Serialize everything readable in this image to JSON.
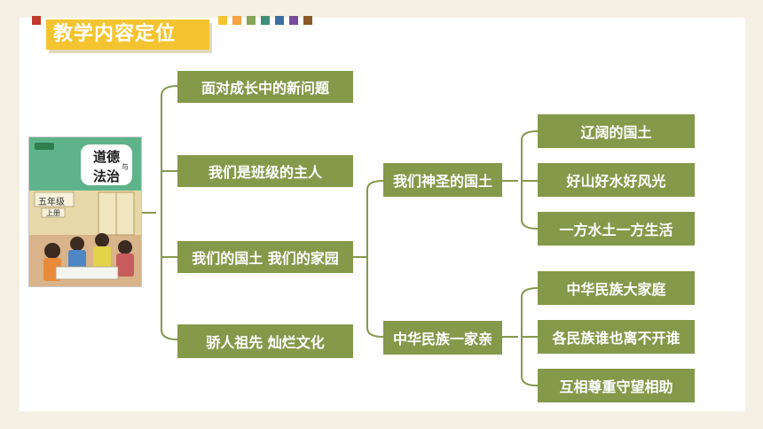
{
  "header": {
    "title": "教学内容定位",
    "accent_colors": [
      "#c0392b",
      "#f4c430",
      "#f4a340",
      "#86a55a",
      "#3f8f7a",
      "#3f6ea3",
      "#7a4a9a",
      "#8a5a2a"
    ]
  },
  "book": {
    "title_line1": "道德",
    "title_small": "与",
    "title_line2": "法治",
    "grade": "五年级",
    "volume": "上册"
  },
  "diagram": {
    "units": [
      "面对成长中的新问题",
      "我们是班级的主人",
      "我们的国土 我们的家园",
      "骄人祖先 灿烂文化"
    ],
    "lessons": [
      "我们神圣的国土",
      "中华民族一家亲"
    ],
    "topics_lesson1": [
      "辽阔的国土",
      "好山好水好风光",
      "一方水土一方生活"
    ],
    "topics_lesson2": [
      "中华民族大家庭",
      "各民族谁也离不开谁",
      "互相尊重守望相助"
    ]
  }
}
